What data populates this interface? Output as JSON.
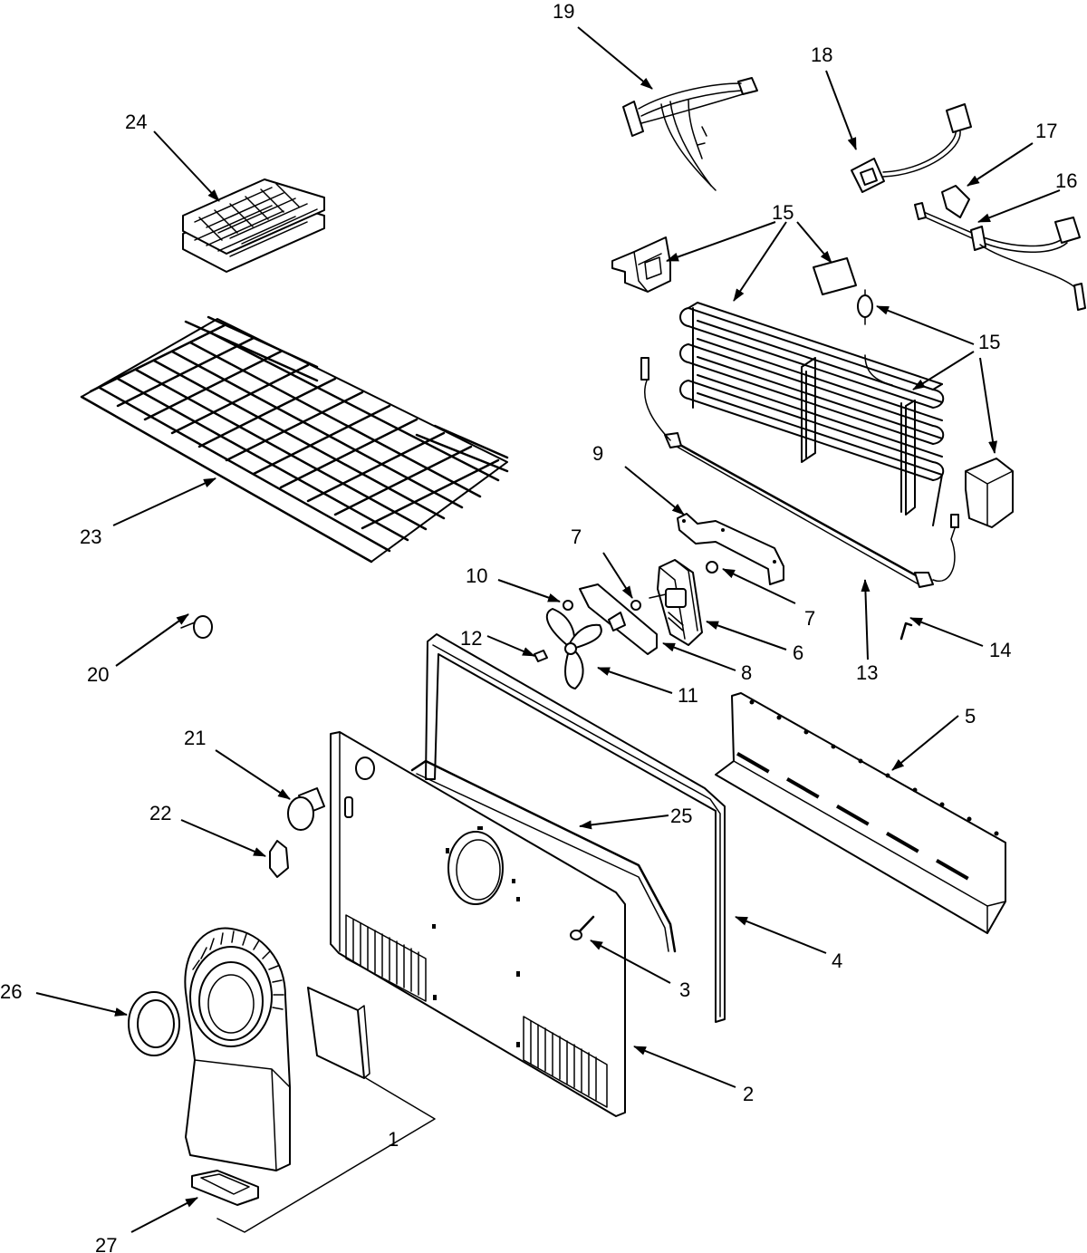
{
  "callouts": [
    {
      "id": "c1",
      "text": "1"
    },
    {
      "id": "c2",
      "text": "2"
    },
    {
      "id": "c3",
      "text": "3"
    },
    {
      "id": "c4",
      "text": "4"
    },
    {
      "id": "c5",
      "text": "5"
    },
    {
      "id": "c6",
      "text": "6"
    },
    {
      "id": "c7a",
      "text": "7"
    },
    {
      "id": "c7b",
      "text": "7"
    },
    {
      "id": "c8",
      "text": "8"
    },
    {
      "id": "c9",
      "text": "9"
    },
    {
      "id": "c10",
      "text": "10"
    },
    {
      "id": "c11",
      "text": "11"
    },
    {
      "id": "c12",
      "text": "12"
    },
    {
      "id": "c13",
      "text": "13"
    },
    {
      "id": "c14",
      "text": "14"
    },
    {
      "id": "c15a",
      "text": "15"
    },
    {
      "id": "c15b",
      "text": "15"
    },
    {
      "id": "c16",
      "text": "16"
    },
    {
      "id": "c17",
      "text": "17"
    },
    {
      "id": "c18",
      "text": "18"
    },
    {
      "id": "c19",
      "text": "19"
    },
    {
      "id": "c20",
      "text": "20"
    },
    {
      "id": "c21",
      "text": "21"
    },
    {
      "id": "c22",
      "text": "22"
    },
    {
      "id": "c23",
      "text": "23"
    },
    {
      "id": "c24",
      "text": "24"
    },
    {
      "id": "c25",
      "text": "25"
    },
    {
      "id": "c26",
      "text": "26"
    },
    {
      "id": "c27",
      "text": "27"
    }
  ]
}
